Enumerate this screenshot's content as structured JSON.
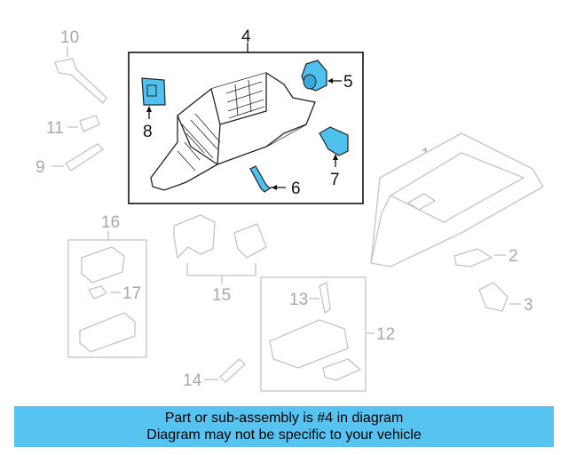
{
  "callouts": {
    "n1": "1",
    "n2": "2",
    "n3": "3",
    "n4": "4",
    "n5": "5",
    "n6": "6",
    "n7": "7",
    "n8": "8",
    "n9": "9",
    "n10": "10",
    "n11": "11",
    "n12": "12",
    "n13": "13",
    "n14": "14",
    "n15": "15",
    "n16": "16",
    "n17": "17"
  },
  "colors": {
    "highlight": "#4fc1ee",
    "banner": "#56c3f0",
    "faded": "#c4c4c4"
  },
  "banner": {
    "line1": "Part or sub-assembly is #4 in diagram",
    "line2": "Diagram may not be specific to your vehicle"
  }
}
